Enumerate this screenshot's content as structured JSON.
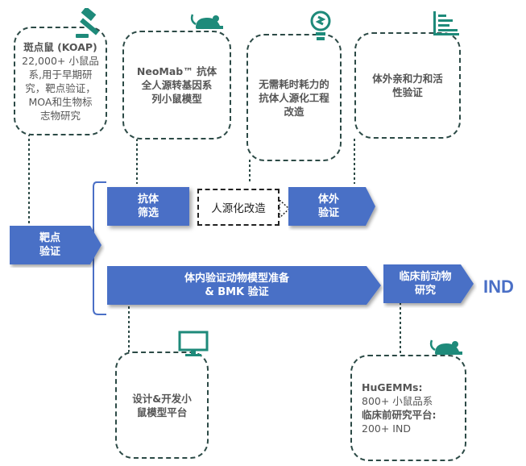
{
  "cards": {
    "koap": {
      "title": "斑点鼠 (KOAP)",
      "body": "22,000+ 小鼠品\n系,用于早期研\n究，靶点验证，\nMOA和生物标\n志物研究"
    },
    "neomab": {
      "text": "NeoMab™ 抗体\n全人源转基因系\n列小鼠模型"
    },
    "humanize": {
      "text": "无需耗时耗力的\n抗体人源化工程\n改造"
    },
    "affinity": {
      "text": "体外亲和力和活\n性验证"
    },
    "design": {
      "text": "设计&开发小\n鼠模型平台"
    },
    "hugemms": {
      "line1": "HuGEMMs:",
      "line2": "800+ 小鼠品系",
      "line3": "临床前研究平台:",
      "line4": "200+ IND"
    }
  },
  "flow": {
    "target_validation": "靶点\n验证",
    "antibody_screening": "抗体\n筛选",
    "humanization": "人源化改造",
    "in_vitro_validation": "体外\n验证",
    "invivo_model": "体内验证动物模型准备\n& BMK 验证",
    "preclinical": "临床前动物\n研究",
    "ind": "IND"
  },
  "colors": {
    "bar": "#4a6fc6",
    "dash": "#2c4a46",
    "icon": "#1e8a7a"
  }
}
